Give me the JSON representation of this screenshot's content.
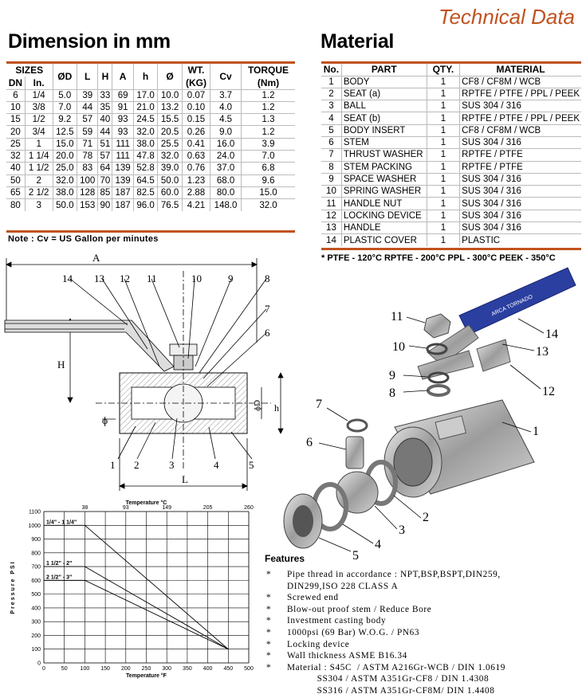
{
  "header": {
    "title": "Technical Data"
  },
  "dimension": {
    "title": "Dimension in mm",
    "headers": {
      "sizes": "SIZES",
      "dn": "DN",
      "in": "In.",
      "od": "ØD",
      "l": "L",
      "h_upper": "H",
      "a": "A",
      "h_lower": "h",
      "phi": "Ø",
      "wt": "WT.",
      "wt_unit": "(KG)",
      "cv": "Cv",
      "torque": "TORQUE",
      "torque_unit": "(Nm)"
    },
    "rows": [
      [
        "6",
        "1/4",
        "5.0",
        "39",
        "33",
        "69",
        "17.0",
        "10.0",
        "0.07",
        "3.7",
        "1.2"
      ],
      [
        "10",
        "3/8",
        "7.0",
        "44",
        "35",
        "91",
        "21.0",
        "13.2",
        "0.10",
        "4.0",
        "1.2"
      ],
      [
        "15",
        "1/2",
        "9.2",
        "57",
        "40",
        "93",
        "24.5",
        "15.5",
        "0.15",
        "4.5",
        "1.3"
      ],
      [
        "20",
        "3/4",
        "12.5",
        "59",
        "44",
        "93",
        "32.0",
        "20.5",
        "0.26",
        "9.0",
        "1.2"
      ],
      [
        "25",
        "1",
        "15.0",
        "71",
        "51",
        "111",
        "38.0",
        "25.5",
        "0.41",
        "16.0",
        "3.9"
      ],
      [
        "32",
        "1 1/4",
        "20.0",
        "78",
        "57",
        "111",
        "47.8",
        "32.0",
        "0.63",
        "24.0",
        "7.0"
      ],
      [
        "40",
        "1 1/2",
        "25.0",
        "83",
        "64",
        "139",
        "52.8",
        "39.0",
        "0.76",
        "37.0",
        "6.8"
      ],
      [
        "50",
        "2",
        "32.0",
        "100",
        "70",
        "139",
        "64.5",
        "50.0",
        "1.23",
        "68.0",
        "9.6"
      ],
      [
        "65",
        "2 1/2",
        "38.0",
        "128",
        "85",
        "187",
        "82.5",
        "60.0",
        "2.88",
        "80.0",
        "15.0"
      ],
      [
        "80",
        "3",
        "50.0",
        "153",
        "90",
        "187",
        "96.0",
        "76.5",
        "4.21",
        "148.0",
        "32.0"
      ]
    ],
    "note": "Note : Cv = US Gallon per minutes"
  },
  "material": {
    "title": "Material",
    "headers": {
      "no": "No.",
      "part": "PART",
      "qty": "QTY.",
      "material": "MATERIAL"
    },
    "rows": [
      [
        "1",
        "BODY",
        "1",
        "CF8 / CF8M / WCB"
      ],
      [
        "2",
        "SEAT (a)",
        "1",
        "RPTFE / PTFE / PPL / PEEK"
      ],
      [
        "3",
        "BALL",
        "1",
        "SUS 304 / 316"
      ],
      [
        "4",
        "SEAT (b)",
        "1",
        "RPTFE / PTFE / PPL / PEEK"
      ],
      [
        "5",
        "BODY INSERT",
        "1",
        "CF8 / CF8M / WCB"
      ],
      [
        "6",
        "STEM",
        "1",
        "SUS 304 / 316"
      ],
      [
        "7",
        "THRUST WASHER",
        "1",
        "RPTFE / PTFE"
      ],
      [
        "8",
        "STEM PACKING",
        "1",
        "RPTFE / PTFE"
      ],
      [
        "9",
        "SPACE WASHER",
        "1",
        "SUS 304 / 316"
      ],
      [
        "10",
        "SPRING WASHER",
        "1",
        "SUS 304 / 316"
      ],
      [
        "11",
        "HANDLE NUT",
        "1",
        "SUS 304 / 316"
      ],
      [
        "12",
        "LOCKING DEVICE",
        "1",
        "SUS 304 / 316"
      ],
      [
        "13",
        "HANDLE",
        "1",
        "SUS 304 / 316"
      ],
      [
        "14",
        "PLASTIC COVER",
        "1",
        "PLASTIC"
      ]
    ],
    "temps": "* PTFE - 120°C   RPTFE - 200°C   PPL - 300°C   PEEK - 350°C"
  },
  "drawing": {
    "labels": {
      "a": "A",
      "h_upper": "H",
      "l": "L",
      "phi": "ɸ",
      "phi_d": "ɸD",
      "h_lower": "h"
    },
    "callouts_top": [
      "14",
      "13",
      "12",
      "11",
      "10",
      "9",
      "8",
      "7",
      "6"
    ],
    "callouts_bottom": [
      "1",
      "2",
      "3",
      "4",
      "5"
    ]
  },
  "exploded": {
    "callouts": [
      "11",
      "14",
      "10",
      "13",
      "9",
      "8",
      "12",
      "7",
      "1",
      "6",
      "2",
      "3",
      "4",
      "5"
    ],
    "handle_text": "ARCA TORNADO",
    "colors": {
      "cover": "#2b3fa0",
      "metal": "#b8b8b8"
    }
  },
  "chart_data": {
    "type": "line",
    "title": "",
    "xlabel": "Temperature °F",
    "x2label": "Temperature °C",
    "ylabel": "Pressure PSI",
    "xlim": [
      0,
      500
    ],
    "ylim": [
      0,
      1100
    ],
    "x_ticks": [
      0,
      50,
      100,
      150,
      200,
      250,
      300,
      350,
      400,
      450,
      500
    ],
    "y_ticks": [
      0,
      100,
      200,
      300,
      400,
      500,
      600,
      700,
      800,
      900,
      1000,
      1100
    ],
    "x2_ticks": [
      {
        "label": "38",
        "f": 100
      },
      {
        "label": "93",
        "f": 200
      },
      {
        "label": "149",
        "f": 300
      },
      {
        "label": "205",
        "f": 400
      },
      {
        "label": "260",
        "f": 500
      }
    ],
    "series": [
      {
        "name": "1/4\" - 1 1/4\"",
        "x": [
          0,
          100,
          450
        ],
        "y": [
          1000,
          1000,
          100
        ]
      },
      {
        "name": "1 1/2\" - 2\"",
        "x": [
          0,
          100,
          450
        ],
        "y": [
          700,
          700,
          100
        ]
      },
      {
        "name": "2 1/2\" - 3\"",
        "x": [
          0,
          100,
          450
        ],
        "y": [
          600,
          600,
          100
        ]
      }
    ]
  },
  "features": {
    "title": "Features",
    "items": [
      "Pipe thread in accordance : NPT,BSP,BSPT,DIN259,",
      "DIN299,ISO 228 CLASS A",
      "Screwed end",
      "Blow-out proof stem / Reduce Bore",
      "Investment casting body",
      "1000psi (69 Bar) W.O.G. / PN63",
      "Locking device",
      "Wall thickness ASME B16.34",
      "Material : S45C  / ASTM A216Gr-WCB / DIN 1.0619",
      "           SS304 / ASTM A351Gr-CF8 / DIN 1.4308",
      "           SS316 / ASTM A351Gr-CF8M/ DIN 1.4408"
    ]
  }
}
